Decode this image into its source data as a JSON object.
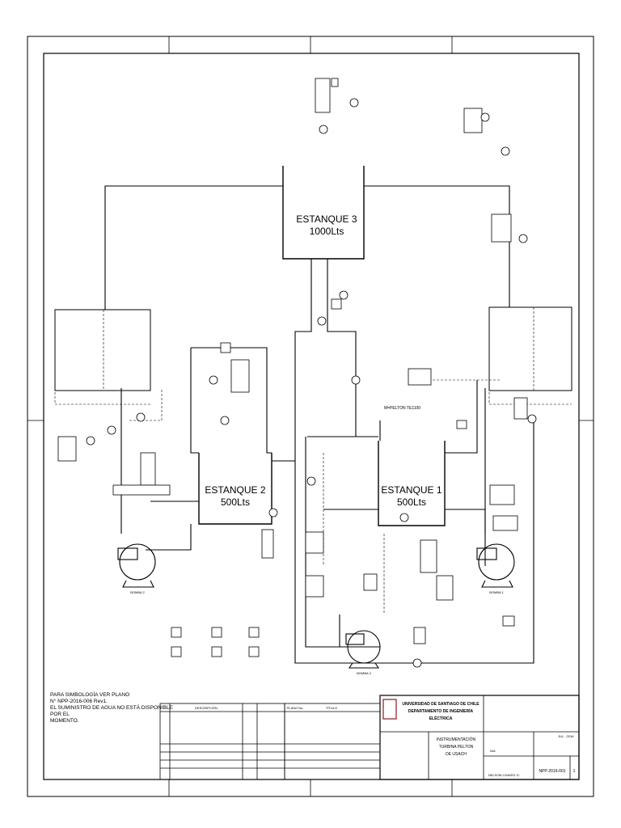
{
  "tanks": {
    "t3": {
      "name": "ESTANQUE 3",
      "capacity": "1000Lts"
    },
    "t2": {
      "name": "ESTANQUE 2",
      "capacity": "500Lts"
    },
    "t1": {
      "name": "ESTANQUE 1",
      "capacity": "500Lts"
    }
  },
  "labels": {
    "turbine_tag": "M=PELTON TE1100",
    "pump2": "BOMBA 2",
    "pump1": "BOMBA 1",
    "pump3": "BOMBA 3"
  },
  "note": {
    "line1": "PARA SIMBOLOGÍA VER PLANO",
    "line2": "N° NPP-2016-006 Rev1.",
    "line3": "EL SUMINISTRO DE AGUA NO ESTÁ DISPONIBLE POR EL",
    "line4": "MOMENTO."
  },
  "title_block": {
    "university": "UNIVERSIDAD DE SANTIAGO DE CHILE",
    "department": "DEPARTAMENTO DE INGENIERÍA",
    "department2": "ELÉCTRICA",
    "project_line1": "INSTRUMENTACIÓN",
    "project_line2": "TURBINA PELTON",
    "project_line3": "DE USACH",
    "scale": "N/A",
    "author": "NELSON CHAVEZ G.",
    "drawing_no": "NPP-2016-001",
    "sheet": "1",
    "date": "JUL - 2016",
    "revision_header": "DESCRIPCIÓN",
    "title_header": "TÍTULO",
    "ref_header": "PLANO No."
  }
}
